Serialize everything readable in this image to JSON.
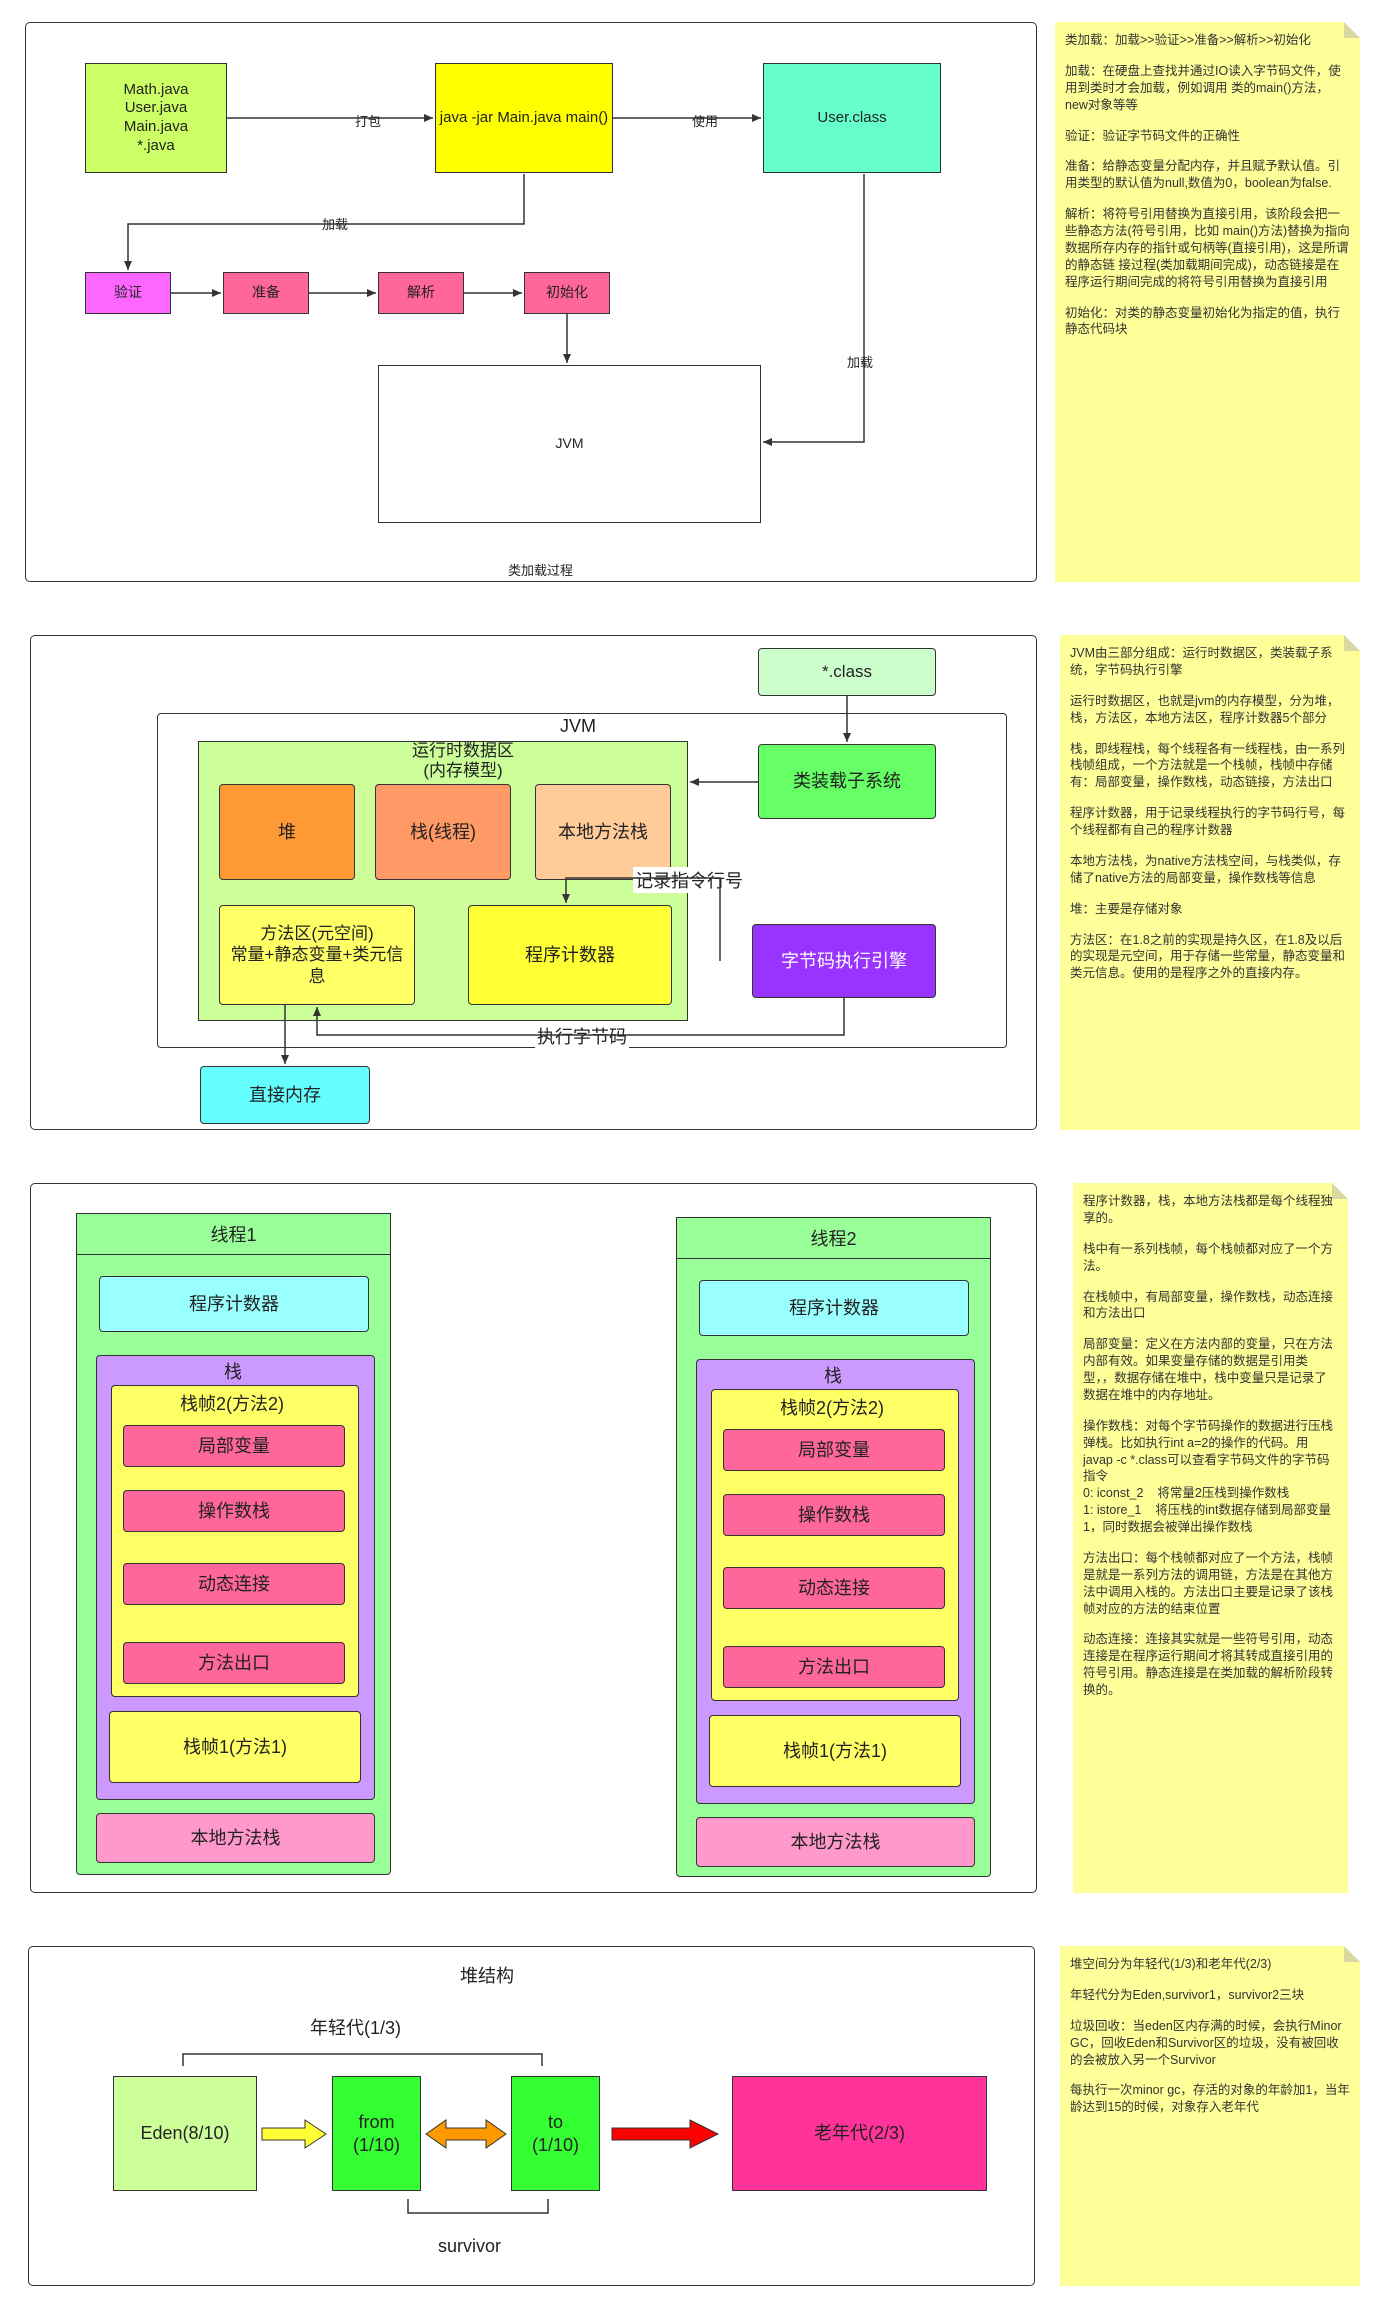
{
  "panel1": {
    "caption": "类加载过程",
    "box_sources": "Math.java\nUser.java\nMain.java\n*.java",
    "box_main": "java  -jar Main.java main()",
    "box_user": "User.class",
    "edge_pack": "打包",
    "edge_use": "使用",
    "edge_load1": "加载",
    "edge_load2": "加载",
    "step_verify": "验证",
    "step_prepare": "准备",
    "step_resolve": "解析",
    "step_init": "初始化",
    "jvm": "JVM"
  },
  "note1": [
    "类加载：加载>>验证>>准备>>解析>>初始化",
    "加载：在硬盘上查找并通过IO读入字节码文件，使用到类时才会加载，例如调用 类的main()方法，new对象等等",
    "验证：验证字节码文件的正确性",
    "准备：给静态变量分配内存，并且赋予默认值。引用类型的默认值为null,数值为0，boolean为false.",
    "解析：将符号引用替换为直接引用，该阶段会把一些静态方法(符号引用，比如 main()方法)替换为指向数据所存内存的指针或句柄等(直接引用)，这是所谓的静态链 接过程(类加载期间完成)，动态链接是在程序运行期间完成的将符号引用替换为直接引用",
    "初始化：对类的静态变量初始化为指定的值，执行静态代码块"
  ],
  "panel2": {
    "class_file": "*.class",
    "jvm": "JVM",
    "runtime_area": "运行时数据区\n(内存模型)",
    "classloader": "类装载子系统",
    "heap": "堆",
    "stack": "栈(线程)",
    "native_stack": "本地方法栈",
    "method_area": "方法区(元空间)\n常量+静态变量+类元信息",
    "pc": "程序计数器",
    "record_line": "记录指令行号",
    "engine": "字节码执行引擎",
    "exec_bytecode": "执行字节码",
    "direct_memory": "直接内存"
  },
  "note2": [
    "JVM由三部分组成：运行时数据区，类装载子系统，字节码执行引擎",
    "运行时数据区，也就是jvm的内存模型，分为堆，栈，方法区，本地方法区，程序计数器5个部分",
    "栈，即线程栈，每个线程各有一线程栈，由一系列栈帧组成，一个方法就是一个栈帧，栈帧中存储有：局部变量，操作数栈，动态链接，方法出口",
    "程序计数器，用于记录线程执行的字节码行号，每个线程都有自己的程序计数器",
    "本地方法栈，为native方法栈空间，与栈类似，存储了native方法的局部变量，操作数栈等信息",
    "堆：主要是存储对象",
    "方法区：在1.8之前的实现是持久区，在1.8及以后的实现是元空间，用于存储一些常量，静态变量和类元信息。使用的是程序之外的直接内存。"
  ],
  "panel3": {
    "threads": [
      {
        "title": "线程1",
        "pc": "程序计数器",
        "stack": "栈",
        "frame2": "栈帧2(方法2)",
        "local_vars": "局部变量",
        "operand_stack": "操作数栈",
        "dynamic_link": "动态连接",
        "method_exit": "方法出口",
        "frame1": "栈帧1(方法1)",
        "native_stack": "本地方法栈"
      },
      {
        "title": "线程2",
        "pc": "程序计数器",
        "stack": "栈",
        "frame2": "栈帧2(方法2)",
        "local_vars": "局部变量",
        "operand_stack": "操作数栈",
        "dynamic_link": "动态连接",
        "method_exit": "方法出口",
        "frame1": "栈帧1(方法1)",
        "native_stack": "本地方法栈"
      }
    ]
  },
  "note3": [
    "程序计数器，栈，本地方法栈都是每个线程独享的。",
    "栈中有一系列栈帧，每个栈帧都对应了一个方法。",
    "在栈帧中，有局部变量，操作数栈，动态连接和方法出口",
    "局部变量：定义在方法内部的变量，只在方法内部有效。如果变量存储的数据是引用类型，，数据存储在堆中，栈中变量只是记录了数据在堆中的内存地址。",
    "操作数栈：对每个字节码操作的数据进行压栈弹栈。比如执行int a=2的操作的代码。用javap -c *.class可以查看字节码文件的字节码指令\n0: iconst_2    将常量2压栈到操作数栈\n1: istore_1    将压栈的int数据存储到局部变量1，同时数据会被弹出操作数栈",
    "方法出口：每个栈帧都对应了一个方法，栈帧是就是一系列方法的调用链，方法是在其他方法中调用入栈的。方法出口主要是记录了该栈帧对应的方法的结束位置",
    "动态连接：连接其实就是一些符号引用，动态连接是在程序运行期间才将其转成直接引用的符号引用。静态连接是在类加载的解析阶段转换的。"
  ],
  "panel4": {
    "title": "堆结构",
    "young": "年轻代(1/3)",
    "eden": "Eden(8/10)",
    "from": "from\n(1/10)",
    "to": "to\n(1/10)",
    "old": "老年代(2/3)",
    "survivor": "survivor"
  },
  "note4": [
    "堆空间分为年轻代(1/3)和老年代(2/3)",
    "年轻代分为Eden,survivor1，survivor2三块",
    "垃圾回收：当eden区内存满的时候，会执行Minor GC，回收Eden和Survivor区的垃圾，没有被回收的会被放入另一个Survivor",
    "每执行一次minor gc，存活的对象的年龄加1，当年龄达到15的时候，对象存入老年代"
  ],
  "colors": {
    "note": "#ffff99",
    "lime": "#ccff66",
    "yellow": "#ffff00",
    "aqua": "#66ffcc",
    "magenta": "#ff66ff",
    "pink": "#ff6699",
    "green_light": "#ccff99",
    "orange": "#ff9933",
    "light_orange": "#ffcc99",
    "bright_green": "#66ff66",
    "purple": "#9933ff",
    "cyan": "#66ffff",
    "thread_green": "#99ff99",
    "stack_purple": "#cc99ff",
    "native_pink": "#ff99cc",
    "eden": "#ccff99",
    "survivor": "#33ff33",
    "old": "#ff3399"
  }
}
